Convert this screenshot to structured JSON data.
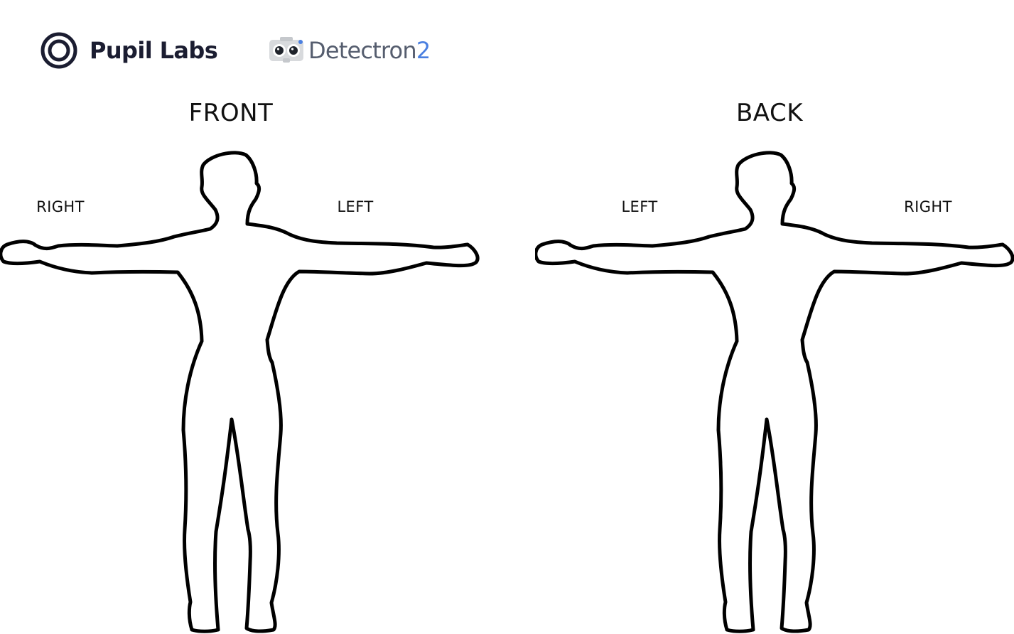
{
  "logos": {
    "pupil_labs": {
      "name": "Pupil Labs",
      "icon": "concentric-ring-icon",
      "color": "#1b1d31"
    },
    "detectron2": {
      "name_main": "Detectron",
      "name_suffix": "2",
      "icon": "robot-eyes-icon",
      "text_color": "#555d6e",
      "accent_color": "#4a7fe0"
    }
  },
  "views": [
    {
      "title": "FRONT",
      "left_side_label": "RIGHT",
      "right_side_label": "LEFT"
    },
    {
      "title": "BACK",
      "left_side_label": "LEFT",
      "right_side_label": "RIGHT"
    }
  ],
  "body_outline": {
    "stroke_color": "#000000",
    "fill_color": "#ffffff"
  }
}
